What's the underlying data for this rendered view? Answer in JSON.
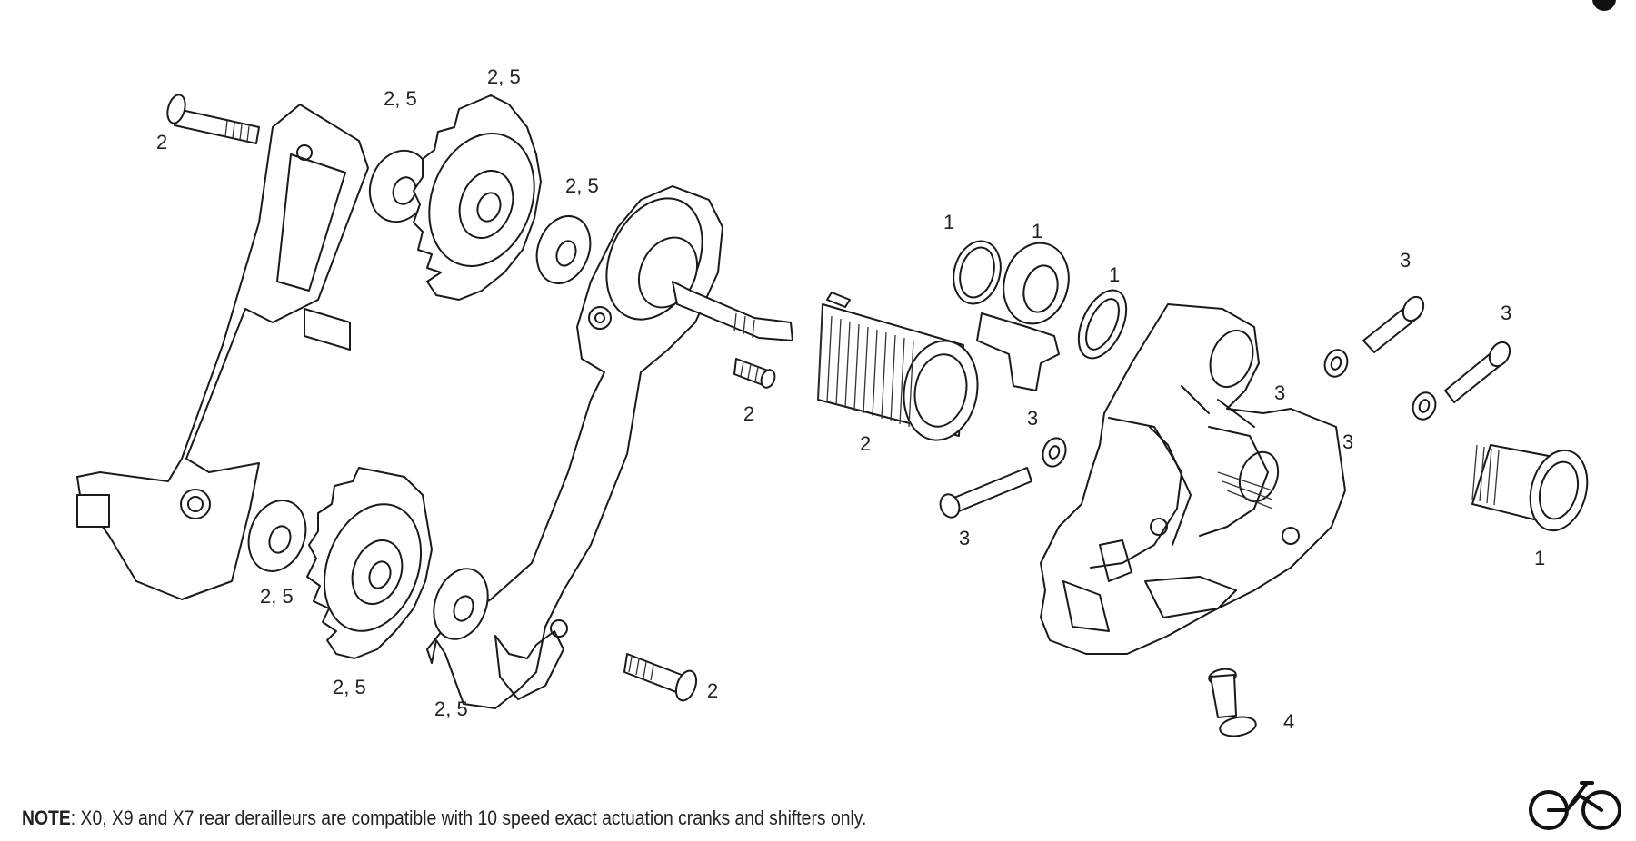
{
  "callouts": {
    "c01": "2",
    "c02": "2, 5",
    "c03": "2, 5",
    "c04": "2, 5",
    "c05": "1",
    "c06": "1",
    "c07": "1",
    "c08": "3",
    "c09": "3",
    "c10": "3",
    "c11": "3",
    "c12": "3",
    "c13": "2",
    "c14": "2",
    "c15": "3",
    "c16": "1",
    "c17": "2, 5",
    "c18": "2, 5",
    "c19": "2, 5",
    "c20": "2",
    "c21": "4"
  },
  "note": {
    "label": "NOTE",
    "text": ":  X0, X9 and X7 rear derailleurs are compatible with 10 speed exact actuation cranks and shifters only."
  },
  "logo": {
    "icon": "bicycle-icon"
  }
}
